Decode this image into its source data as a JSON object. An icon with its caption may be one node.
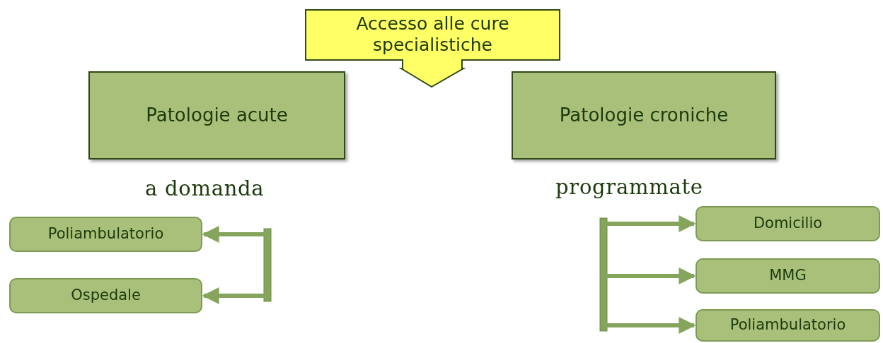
{
  "diagram": {
    "nodes": [
      {
        "text": [
          "Accesso alle cure specialistiche"
        ]
      },
      {
        "text": [
          "Patologie acute"
        ]
      },
      {
        "text": [
          "Patologie croniche"
        ]
      },
      {
        "text": [
          "Poliambulatorio"
        ]
      },
      {
        "text": [
          "Ospedale"
        ]
      },
      {
        "text": [
          "Domicilio"
        ]
      },
      {
        "text": [
          "MMG"
        ]
      },
      {
        "text": [
          "Poliambulatorio"
        ]
      }
    ],
    "edges": [
      {
        "from": null,
        "to": 3,
        "arrow": "to"
      },
      {
        "from": null,
        "to": 4,
        "arrow": "to"
      },
      {
        "from": null,
        "to": 5,
        "arrow": "to"
      },
      {
        "from": null,
        "to": 6,
        "arrow": "to"
      },
      {
        "from": null,
        "to": 7,
        "arrow": "to"
      }
    ],
    "labels": [
      "a domanda",
      "programmate"
    ]
  }
}
